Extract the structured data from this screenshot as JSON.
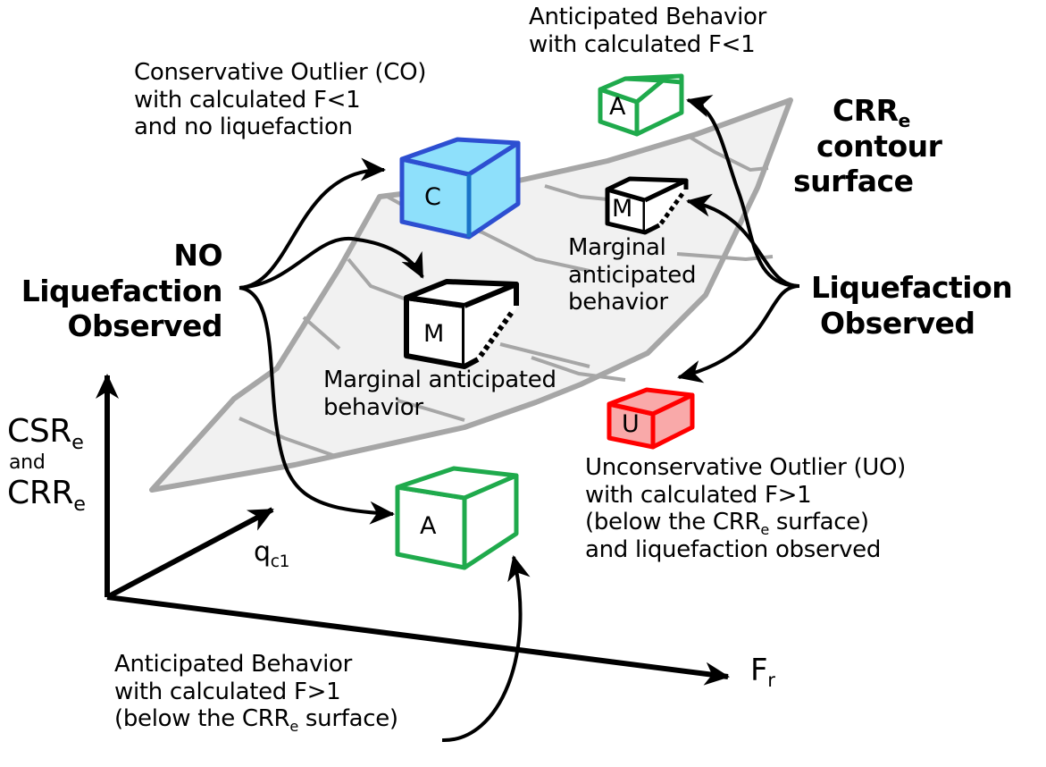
{
  "colors": {
    "surface_fill": "#f1f1f1",
    "surface_stroke": "#a6a6a6",
    "anticipated_stroke": "#1faa4c",
    "conservative_fill": "#8ee0fb",
    "conservative_stroke": "#2d4fd1",
    "unconservative_fill": "#f9a9a9",
    "unconservative_stroke": "#ff0000",
    "marginal_stroke": "#000000",
    "arrow": "#000000"
  },
  "axes": {
    "vertical": {
      "line1": "CSR",
      "line1_sub": "e",
      "line2": "and",
      "line3": "CRR",
      "line3_sub": "e"
    },
    "depth": {
      "label": "q",
      "sub": "c1"
    },
    "horizontal": {
      "label": "F",
      "sub": "r"
    }
  },
  "surface_label": {
    "line1": "CRR",
    "line1_sub": "e",
    "line2": "contour",
    "line3": "surface"
  },
  "groups": {
    "no_liquefaction": {
      "line1": "NO",
      "line2": "Liquefaction",
      "line3": "Observed"
    },
    "liquefaction": {
      "line1": "Liquefaction",
      "line2": "Observed"
    }
  },
  "cubes": {
    "anticipated_top": {
      "letter": "A",
      "category": "anticipated",
      "caption": [
        "Anticipated Behavior",
        "with calculated  F<1"
      ]
    },
    "conservative": {
      "letter": "C",
      "category": "conservative-outlier",
      "caption": [
        "Conservative Outlier (CO)",
        "with calculated F<1",
        "and no liquefaction"
      ]
    },
    "marginal_right": {
      "letter": "M",
      "category": "marginal",
      "caption": [
        "Marginal",
        "anticipated",
        "behavior"
      ]
    },
    "marginal_left": {
      "letter": "M",
      "category": "marginal",
      "caption": [
        "Marginal anticipated",
        "behavior"
      ]
    },
    "unconservative": {
      "letter": "U",
      "category": "unconservative-outlier",
      "caption": [
        "Unconservative Outlier (UO)",
        "with calculated F>1"
      ],
      "caption_sub_line": {
        "before": "(below the CRR",
        "sub": "e",
        "after": " surface)"
      },
      "caption_last": "and liquefaction observed"
    },
    "anticipated_bottom": {
      "letter": "A",
      "category": "anticipated",
      "caption": [
        "Anticipated Behavior",
        "with calculated F>1"
      ],
      "caption_sub_line": {
        "before": "(below the CRR",
        "sub": "e",
        "after": " surface)"
      }
    }
  }
}
